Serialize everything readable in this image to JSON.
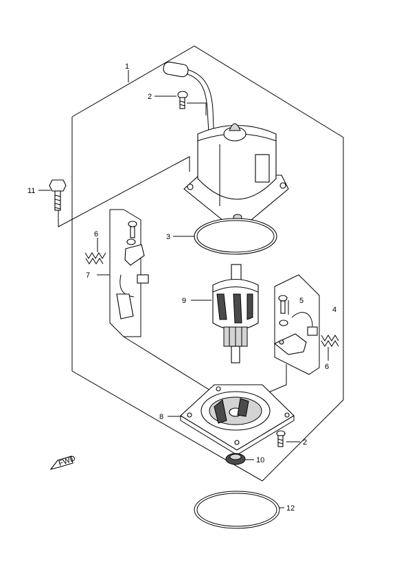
{
  "callouts": {
    "c1": "1",
    "c2a": "2",
    "c2b": "2",
    "c3": "3",
    "c4": "4",
    "c5": "5",
    "c6a": "6",
    "c6b": "6",
    "c7": "7",
    "c8": "8",
    "c9": "9",
    "c10": "10",
    "c11": "11",
    "c12": "12"
  },
  "fwd_label": "FWD"
}
